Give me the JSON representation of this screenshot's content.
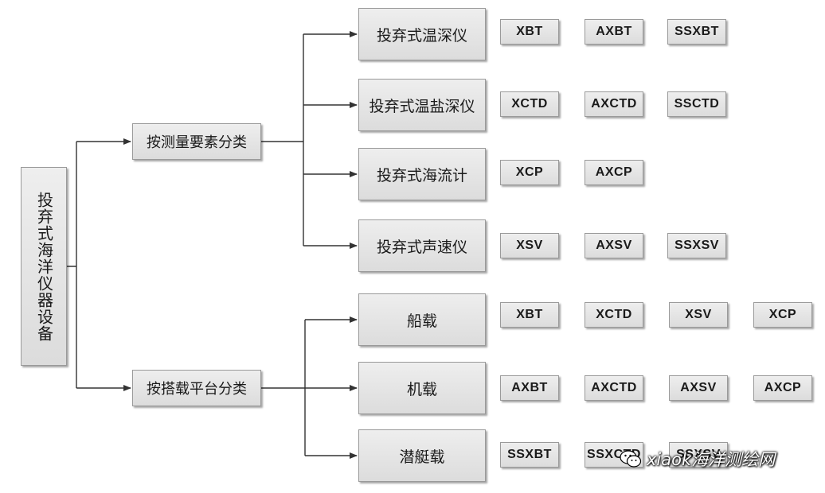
{
  "root": {
    "label": "投弃式海洋仪器设备"
  },
  "categories": [
    {
      "label": "按测量要素分类"
    },
    {
      "label": "按搭载平台分类"
    }
  ],
  "groups": [
    {
      "label": "投弃式温深仪",
      "items": [
        "XBT",
        "AXBT",
        "SSXBT"
      ]
    },
    {
      "label": "投弃式温盐深仪",
      "items": [
        "XCTD",
        "AXCTD",
        "SSCTD"
      ]
    },
    {
      "label": "投弃式海流计",
      "items": [
        "XCP",
        "AXCP"
      ]
    },
    {
      "label": "投弃式声速仪",
      "items": [
        "XSV",
        "AXSV",
        "SSXSV"
      ]
    },
    {
      "label": "船载",
      "items": [
        "XBT",
        "XCTD",
        "XSV",
        "XCP"
      ]
    },
    {
      "label": "机载",
      "items": [
        "AXBT",
        "AXCTD",
        "AXSV",
        "AXCP"
      ]
    },
    {
      "label": "潜艇载",
      "items": [
        "SSXBT",
        "SSXCTD",
        "SSXSV"
      ]
    }
  ],
  "watermark": {
    "text": "xiaok海洋测绘网",
    "icon": "wechat-icon"
  },
  "colors": {
    "box_fill": "#e4e4e4",
    "box_border": "#9a9a9a",
    "line": "#333333"
  }
}
